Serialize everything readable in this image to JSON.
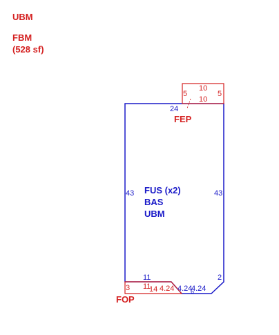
{
  "legend": {
    "line1": "UBM",
    "line2": "FBM",
    "line3": "(528 sf)"
  },
  "areas": {
    "main_line1": "FUS (x2)",
    "main_line2": "BAS",
    "main_line3": "UBM",
    "fep": "FEP",
    "fop": "FOP"
  },
  "dimensions": {
    "main_left": "43",
    "main_right": "43",
    "main_top": "24",
    "main_bottom": "11",
    "main_right_short": "2",
    "fep_top": "10",
    "fep_inner": "10",
    "fep_left": "5",
    "fep_right": "5",
    "fop_left": "3",
    "fop_bottom_a": "11",
    "fop_bottom_b": "14",
    "fop_diag_a": "4.24",
    "fop_diag_b": "4.24",
    "fop_diag_c": "4.24",
    "fop_small": "6"
  },
  "colors": {
    "main_outline": "#1a1ac8",
    "addon_outline": "#d42020"
  }
}
